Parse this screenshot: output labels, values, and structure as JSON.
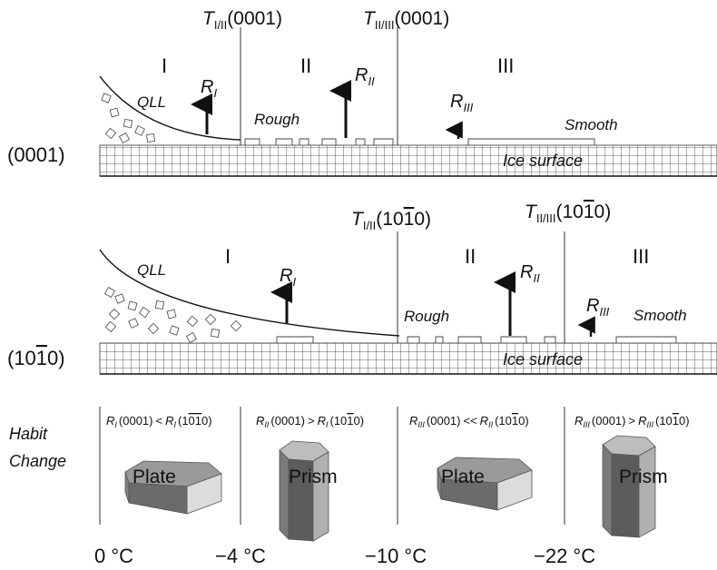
{
  "upper_panel": {
    "face_label": "(0001)",
    "t12": {
      "sym": "T",
      "sub": "I/II",
      "tail": "(0001)"
    },
    "t23": {
      "sym": "T",
      "sub": "II/III",
      "tail": "(0001)"
    },
    "regime_1": "I",
    "regime_2": "II",
    "regime_3": "III",
    "qll": "QLL",
    "rough": "Rough",
    "smooth": "Smooth",
    "r1": {
      "sym": "R",
      "sub": "I"
    },
    "r2": {
      "sym": "R",
      "sub": "II"
    },
    "r3": {
      "sym": "R",
      "sub": "III"
    },
    "surface": "Ice surface"
  },
  "lower_panel": {
    "face_label": {
      "open": "(10",
      "overline": "1",
      "close": "0)"
    },
    "t12": {
      "sym": "T",
      "sub": "I/II",
      "open": "(10",
      "overline": "1",
      "close": "0)"
    },
    "t23": {
      "sym": "T",
      "sub": "II/III",
      "open": "(10",
      "overline": "1",
      "close": "0)"
    },
    "regime_1": "I",
    "regime_2": "II",
    "regime_3": "III",
    "qll": "QLL",
    "rough": "Rough",
    "smooth": "Smooth",
    "r1": {
      "sym": "R",
      "sub": "I"
    },
    "r2": {
      "sym": "R",
      "sub": "II"
    },
    "r3": {
      "sym": "R",
      "sub": "III"
    },
    "surface": "Ice surface"
  },
  "habit": {
    "title_line1": "Habit",
    "title_line2": "Change",
    "col1": {
      "r": "R",
      "sub1": "I",
      "face1": "(0001)",
      "op": "<",
      "sub2": "I",
      "face2_open": "(1",
      "face2_over": "01",
      "face2_close": "0)",
      "shape": "Plate"
    },
    "col2": {
      "r": "R",
      "sub1": "II",
      "face1": "(0001)",
      "op": ">",
      "sub2": "I",
      "face2_open": "(10",
      "face2_over": "1",
      "face2_close": "0)",
      "shape": "Prism"
    },
    "col3": {
      "r": "R",
      "sub1": "III",
      "face1": "(0001)",
      "op": "<<",
      "sub2": "II",
      "face2_open": "(10",
      "face2_over": "1",
      "face2_close": "0)",
      "shape": "Plate"
    },
    "col4": {
      "r": "R",
      "sub1": "III",
      "face1": "(0001)",
      "op": ">",
      "sub2": "III",
      "face2_open": "(10",
      "face2_over": "1",
      "face2_close": "0)",
      "shape": "Prism"
    }
  },
  "temperatures": [
    "0 °C",
    "−4 °C",
    "−10 °C",
    "−22 °C"
  ]
}
